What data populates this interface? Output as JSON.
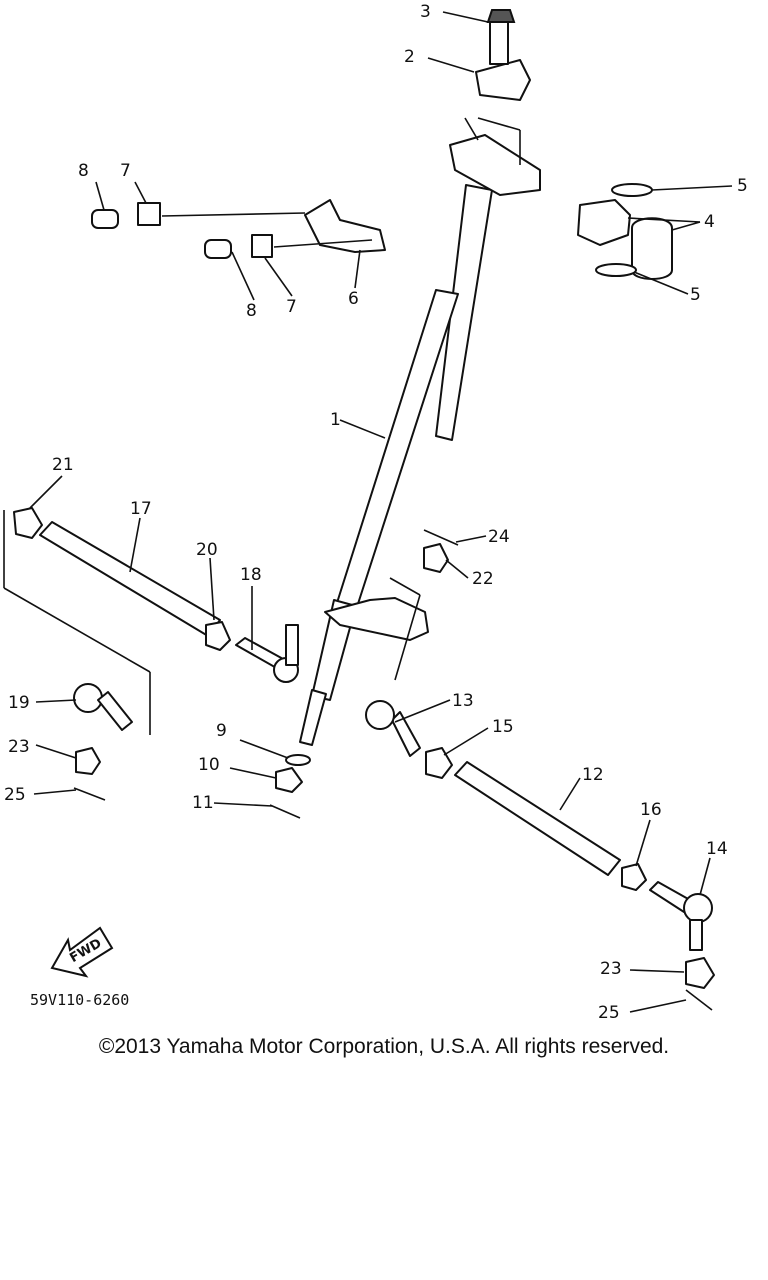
{
  "diagram": {
    "drawing_code": "59V110-6260",
    "fwd_label": "FWD",
    "callouts": [
      "1",
      "2",
      "3",
      "4",
      "5",
      "6",
      "7",
      "8",
      "9",
      "10",
      "11",
      "12",
      "13",
      "14",
      "15",
      "16",
      "17",
      "18",
      "19",
      "20",
      "21",
      "22",
      "23",
      "24",
      "25"
    ]
  },
  "footer": {
    "copyright": "©2013 Yamaha Motor Corporation, U.S.A. All rights reserved."
  }
}
